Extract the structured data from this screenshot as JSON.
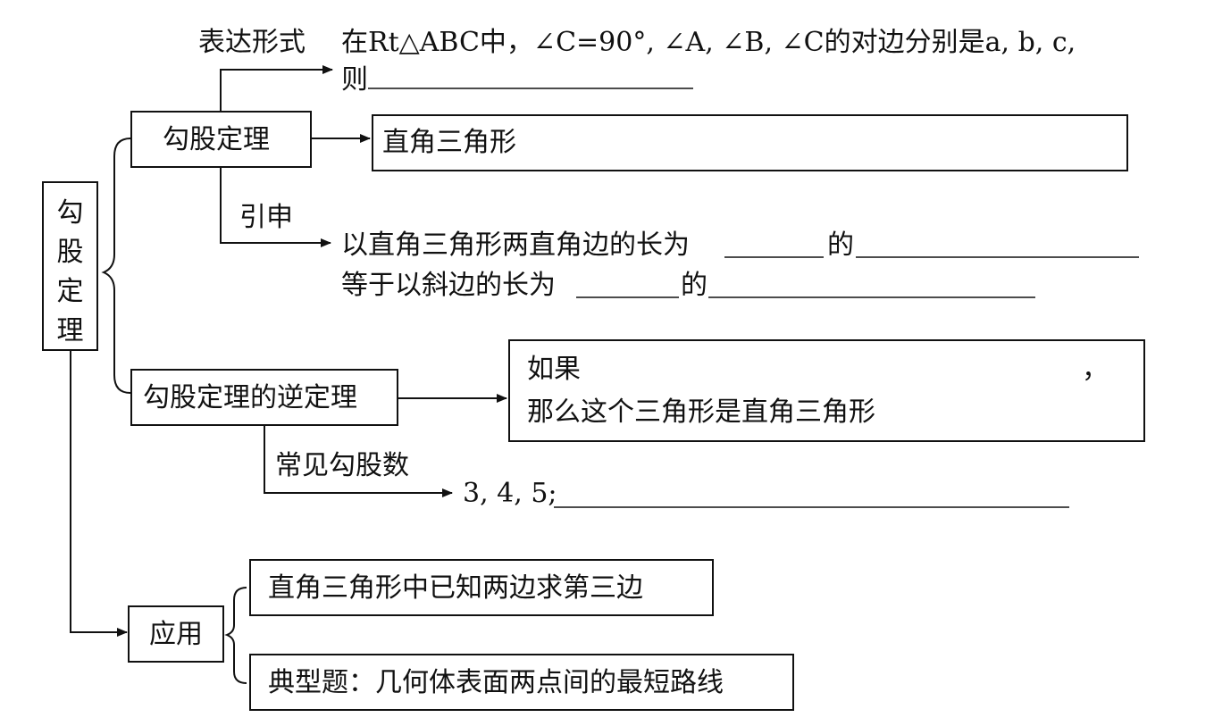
{
  "root": {
    "title": "勾股定理",
    "chars": [
      "勾",
      "股",
      "定",
      "理"
    ]
  },
  "theorem": {
    "box_label": "勾股定理",
    "expression_label": "表达形式",
    "expression_line1": "在Rt△ABC中，∠C=90°, ∠A, ∠B, ∠C的对边分别是a, b, c,",
    "expression_line2": "则",
    "right_triangle_text": "直角三角形",
    "extension_label": "引申",
    "extension_line1_a": "以直角三角形两直角边的长为",
    "extension_line1_b": "的",
    "extension_line2_a": "等于以斜边的长为",
    "extension_line2_b": "的"
  },
  "converse": {
    "box_label": "勾股定理的逆定理",
    "if_text": "如果",
    "comma": "，",
    "then_text": "那么这个三角形是直角三角形",
    "common_label": "常见勾股数",
    "common_values": "3, 4, 5;"
  },
  "application": {
    "box_label": "应用",
    "item1": "直角三角形中已知两边求第三边",
    "item2": "典型题：几何体表面两点间的最短路线"
  }
}
